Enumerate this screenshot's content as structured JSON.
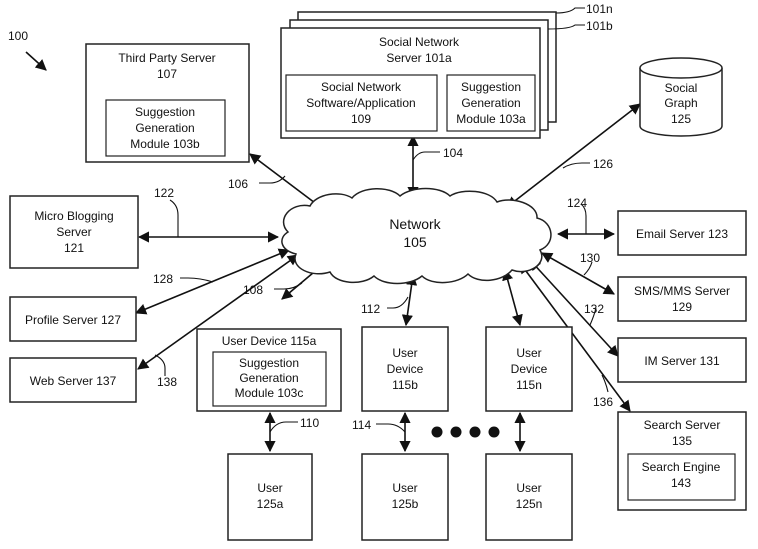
{
  "figure_ref": "100",
  "nodes": {
    "network": {
      "lines": [
        "Network",
        "105"
      ]
    },
    "social_server_stack": {
      "ref_n": "101n",
      "ref_b": "101b"
    },
    "social_server": {
      "lines": [
        "Social Network",
        "Server 101a"
      ]
    },
    "social_software": {
      "lines": [
        "Social Network",
        "Software/Application",
        "109"
      ]
    },
    "suggestion_a": {
      "lines": [
        "Suggestion",
        "Generation",
        "Module 103a"
      ]
    },
    "third_party": {
      "lines": [
        "Third Party Server",
        "107"
      ]
    },
    "suggestion_b": {
      "lines": [
        "Suggestion",
        "Generation",
        "Module 103b"
      ]
    },
    "social_graph": {
      "lines": [
        "Social",
        "Graph",
        "125"
      ]
    },
    "micro_blog": {
      "lines": [
        "Micro Blogging",
        "Server",
        "121"
      ]
    },
    "profile_server": {
      "lines": [
        "Profile Server 127"
      ]
    },
    "web_server": {
      "lines": [
        "Web Server 137"
      ]
    },
    "user_device_a": {
      "lines": [
        "User Device 115a"
      ]
    },
    "suggestion_c": {
      "lines": [
        "Suggestion",
        "Generation",
        "Module 103c"
      ]
    },
    "user_device_b": {
      "lines": [
        "User",
        "Device",
        "115b"
      ]
    },
    "user_device_n": {
      "lines": [
        "User",
        "Device",
        "115n"
      ]
    },
    "email_server": {
      "lines": [
        "Email Server 123"
      ]
    },
    "sms_server": {
      "lines": [
        "SMS/MMS Server",
        "129"
      ]
    },
    "im_server": {
      "lines": [
        "IM Server 131"
      ]
    },
    "search_server": {
      "lines": [
        "Search Server",
        "135"
      ]
    },
    "search_engine": {
      "lines": [
        "Search Engine",
        "143"
      ]
    },
    "user_a": {
      "lines": [
        "User",
        "125a"
      ]
    },
    "user_b": {
      "lines": [
        "User",
        "125b"
      ]
    },
    "user_n": {
      "lines": [
        "User",
        "125n"
      ]
    }
  },
  "edge_refs": {
    "r104": "104",
    "r106": "106",
    "r108": "108",
    "r110": "110",
    "r112": "112",
    "r114": "114",
    "r122": "122",
    "r124": "124",
    "r126": "126",
    "r128": "128",
    "r130": "130",
    "r132": "132",
    "r136": "136",
    "r138": "138"
  }
}
